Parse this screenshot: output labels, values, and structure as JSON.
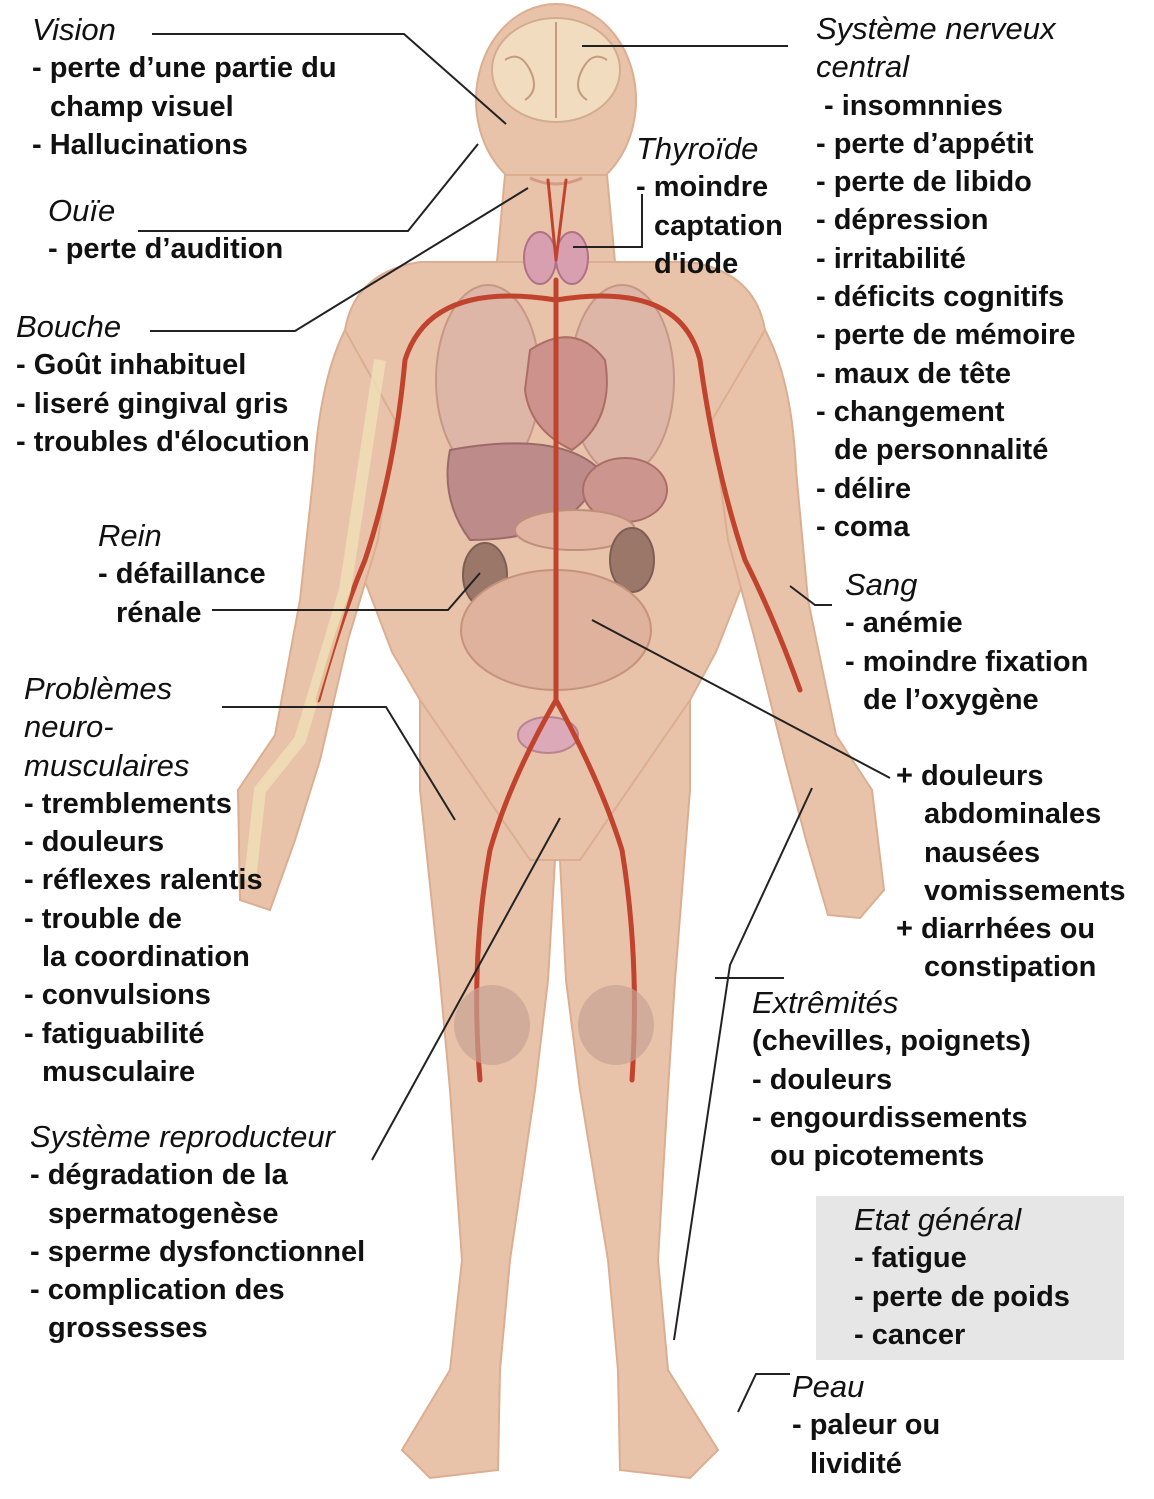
{
  "colors": {
    "skin": "#e9c3a9",
    "skin_edge": "#d9a98b",
    "artery": "#c0432e",
    "organ": "#c98a86",
    "bone": "#efe0b8",
    "muscle": "#c98f73",
    "box": "#e6e6e6",
    "leader": "#222222"
  },
  "sections": {
    "vision": {
      "title": "Vision",
      "items": [
        "- perte d’une partie du",
        "champ visuel",
        "- Hallucinations"
      ]
    },
    "ouie": {
      "title": "Ouïe",
      "items": [
        "- perte d’audition"
      ]
    },
    "bouche": {
      "title": "Bouche",
      "items": [
        "- Goût inhabituel",
        "- liseré gingival gris",
        "- troubles d'élocution"
      ]
    },
    "rein": {
      "title": "Rein",
      "items": [
        "- défaillance",
        "rénale"
      ]
    },
    "neuro": {
      "title_lines": [
        "Problèmes",
        "neuro-",
        "musculaires"
      ],
      "items": [
        "- tremblements",
        "- douleurs",
        "- réflexes ralentis",
        "- trouble de",
        "la coordination",
        "- convulsions",
        "- fatiguabilité",
        "musculaire"
      ]
    },
    "reproducteur": {
      "title": "Système reproducteur",
      "items": [
        "- dégradation de la",
        "spermatogenèse",
        "- sperme dysfonctionnel",
        "- complication des",
        "grossesses"
      ]
    },
    "snc": {
      "title_lines": [
        "Système nerveux",
        "central"
      ],
      "items": [
        "- insomnnies",
        "- perte d’appétit",
        "- perte de libido",
        "- dépression",
        "- irritabilité",
        "- déficits cognitifs",
        "- perte de mémoire",
        "- maux de tête",
        "- changement",
        "de personnalité",
        "- délire",
        "- coma"
      ]
    },
    "thyroide": {
      "title": "Thyroïde",
      "items": [
        "- moindre",
        "captation",
        "d'iode"
      ]
    },
    "sang": {
      "title": "Sang",
      "items": [
        "- anémie",
        "- moindre fixation",
        "de l’oxygène"
      ]
    },
    "abdo": {
      "items": [
        "+ douleurs",
        "abdominales",
        "nausées",
        "vomissements",
        "+ diarrhées ou",
        "constipation"
      ]
    },
    "extremites": {
      "title": "Extrêmités",
      "items": [
        "(chevilles, poignets)",
        "- douleurs",
        "- engourdissements",
        "ou picotements"
      ]
    },
    "etat": {
      "title": "Etat général",
      "items": [
        "- fatigue",
        "- perte de poids",
        "- cancer"
      ]
    },
    "peau": {
      "title": "Peau",
      "items": [
        "- paleur ou",
        "lividité"
      ]
    }
  }
}
